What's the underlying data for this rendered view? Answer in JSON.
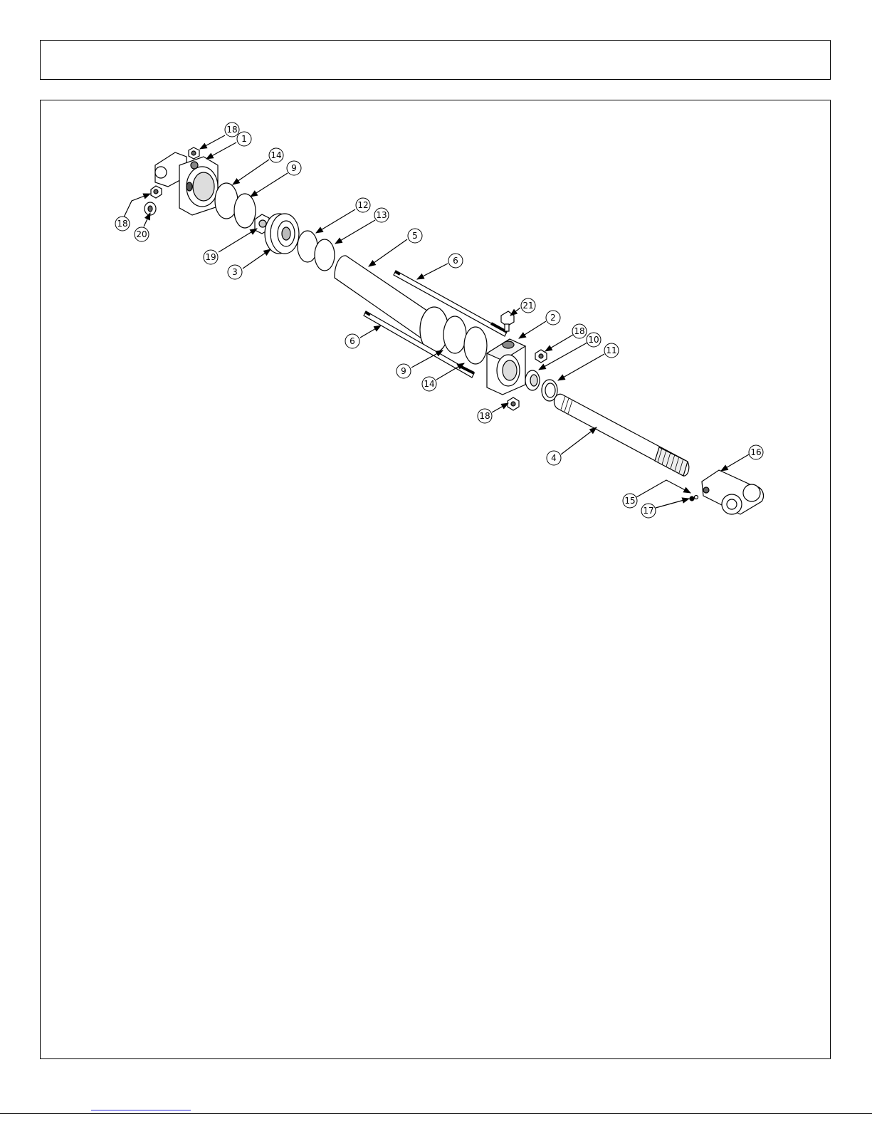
{
  "header": {
    "title": ""
  },
  "callouts": [
    {
      "id": "c18a",
      "label": "18"
    },
    {
      "id": "c1",
      "label": "1"
    },
    {
      "id": "c14a",
      "label": "14"
    },
    {
      "id": "c9a",
      "label": "9"
    },
    {
      "id": "c18b",
      "label": "18"
    },
    {
      "id": "c20",
      "label": "20"
    },
    {
      "id": "c19",
      "label": "19"
    },
    {
      "id": "c3",
      "label": "3"
    },
    {
      "id": "c12",
      "label": "12"
    },
    {
      "id": "c13",
      "label": "13"
    },
    {
      "id": "c5",
      "label": "5"
    },
    {
      "id": "c6a",
      "label": "6"
    },
    {
      "id": "c21",
      "label": "21"
    },
    {
      "id": "c2",
      "label": "2"
    },
    {
      "id": "c6b",
      "label": "6"
    },
    {
      "id": "c18c",
      "label": "18"
    },
    {
      "id": "c10",
      "label": "10"
    },
    {
      "id": "c11",
      "label": "11"
    },
    {
      "id": "c9b",
      "label": "9"
    },
    {
      "id": "c14b",
      "label": "14"
    },
    {
      "id": "c18d",
      "label": "18"
    },
    {
      "id": "c4",
      "label": "4"
    },
    {
      "id": "c16",
      "label": "16"
    },
    {
      "id": "c15",
      "label": "15"
    },
    {
      "id": "c17",
      "label": "17"
    }
  ]
}
